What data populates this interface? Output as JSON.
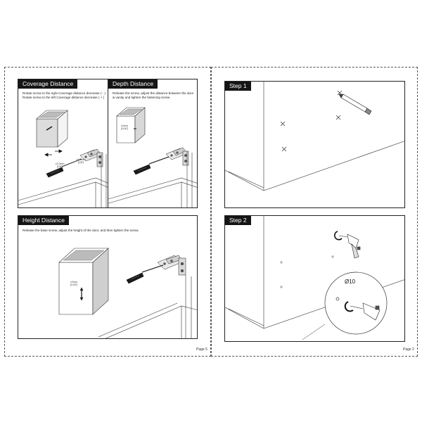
{
  "left_page": {
    "coverage": {
      "title": "Coverage Distance",
      "lines": "Rotate screw to the right Coverage distance decrease ( - )\nRotate screw to the left Coverage distance decrease ( + )",
      "measure_a": "±2.0mm\n[1/8\"]",
      "measure_b": "±2.0mm\n[1/8\"]"
    },
    "depth": {
      "title": "Depth Distance",
      "lines": "Release the screw, adjust the distance between the door\n& vanity and tighten the fastening screw.",
      "measure": "±2mm\n[1/16\"]"
    },
    "height": {
      "title": "Height Distance",
      "lines": "Release the base screw, adjust the height of the door, and then tighten the screw.",
      "measure": "±2mm\n[1/16\"]"
    },
    "page_label": "Page 5"
  },
  "right_page": {
    "step1": {
      "title": "Step 1"
    },
    "step2": {
      "title": "Step 2",
      "drill_size": "Ø10"
    },
    "page_label": "Page 2"
  }
}
